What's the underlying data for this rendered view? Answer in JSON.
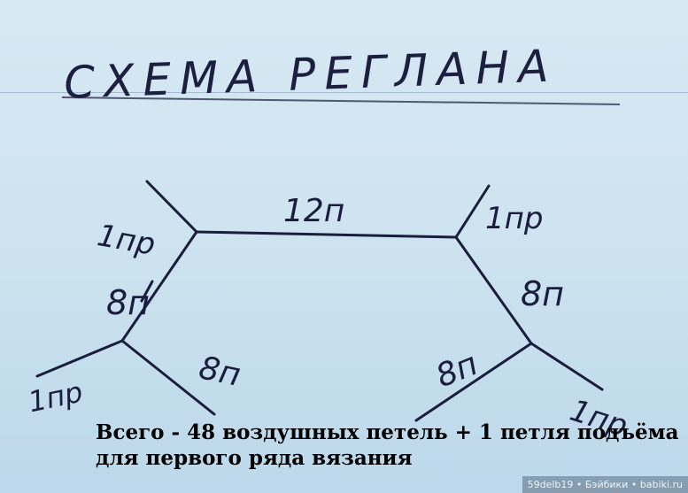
{
  "title": "СХЕМА РЕГЛАНА",
  "labels": {
    "top": "12п",
    "raglan_top_left": "1пр",
    "raglan_top_right": "1пр",
    "left_upper": "8п",
    "right_upper": "8п",
    "raglan_bottom_left": "1пр",
    "raglan_bottom_right": "1пр",
    "left_lower": "8п",
    "right_lower": "8п"
  },
  "caption": {
    "line1": "Всего - 48 воздушных петель + 1 петля подъёма",
    "line2": "для первого ряда вязания"
  },
  "watermark": "59delb19 • Бэйбики • babiki.ru",
  "colors": {
    "paper": "#cfe4f0",
    "ink": "#1a1d3e",
    "caption_text": "#000000"
  }
}
